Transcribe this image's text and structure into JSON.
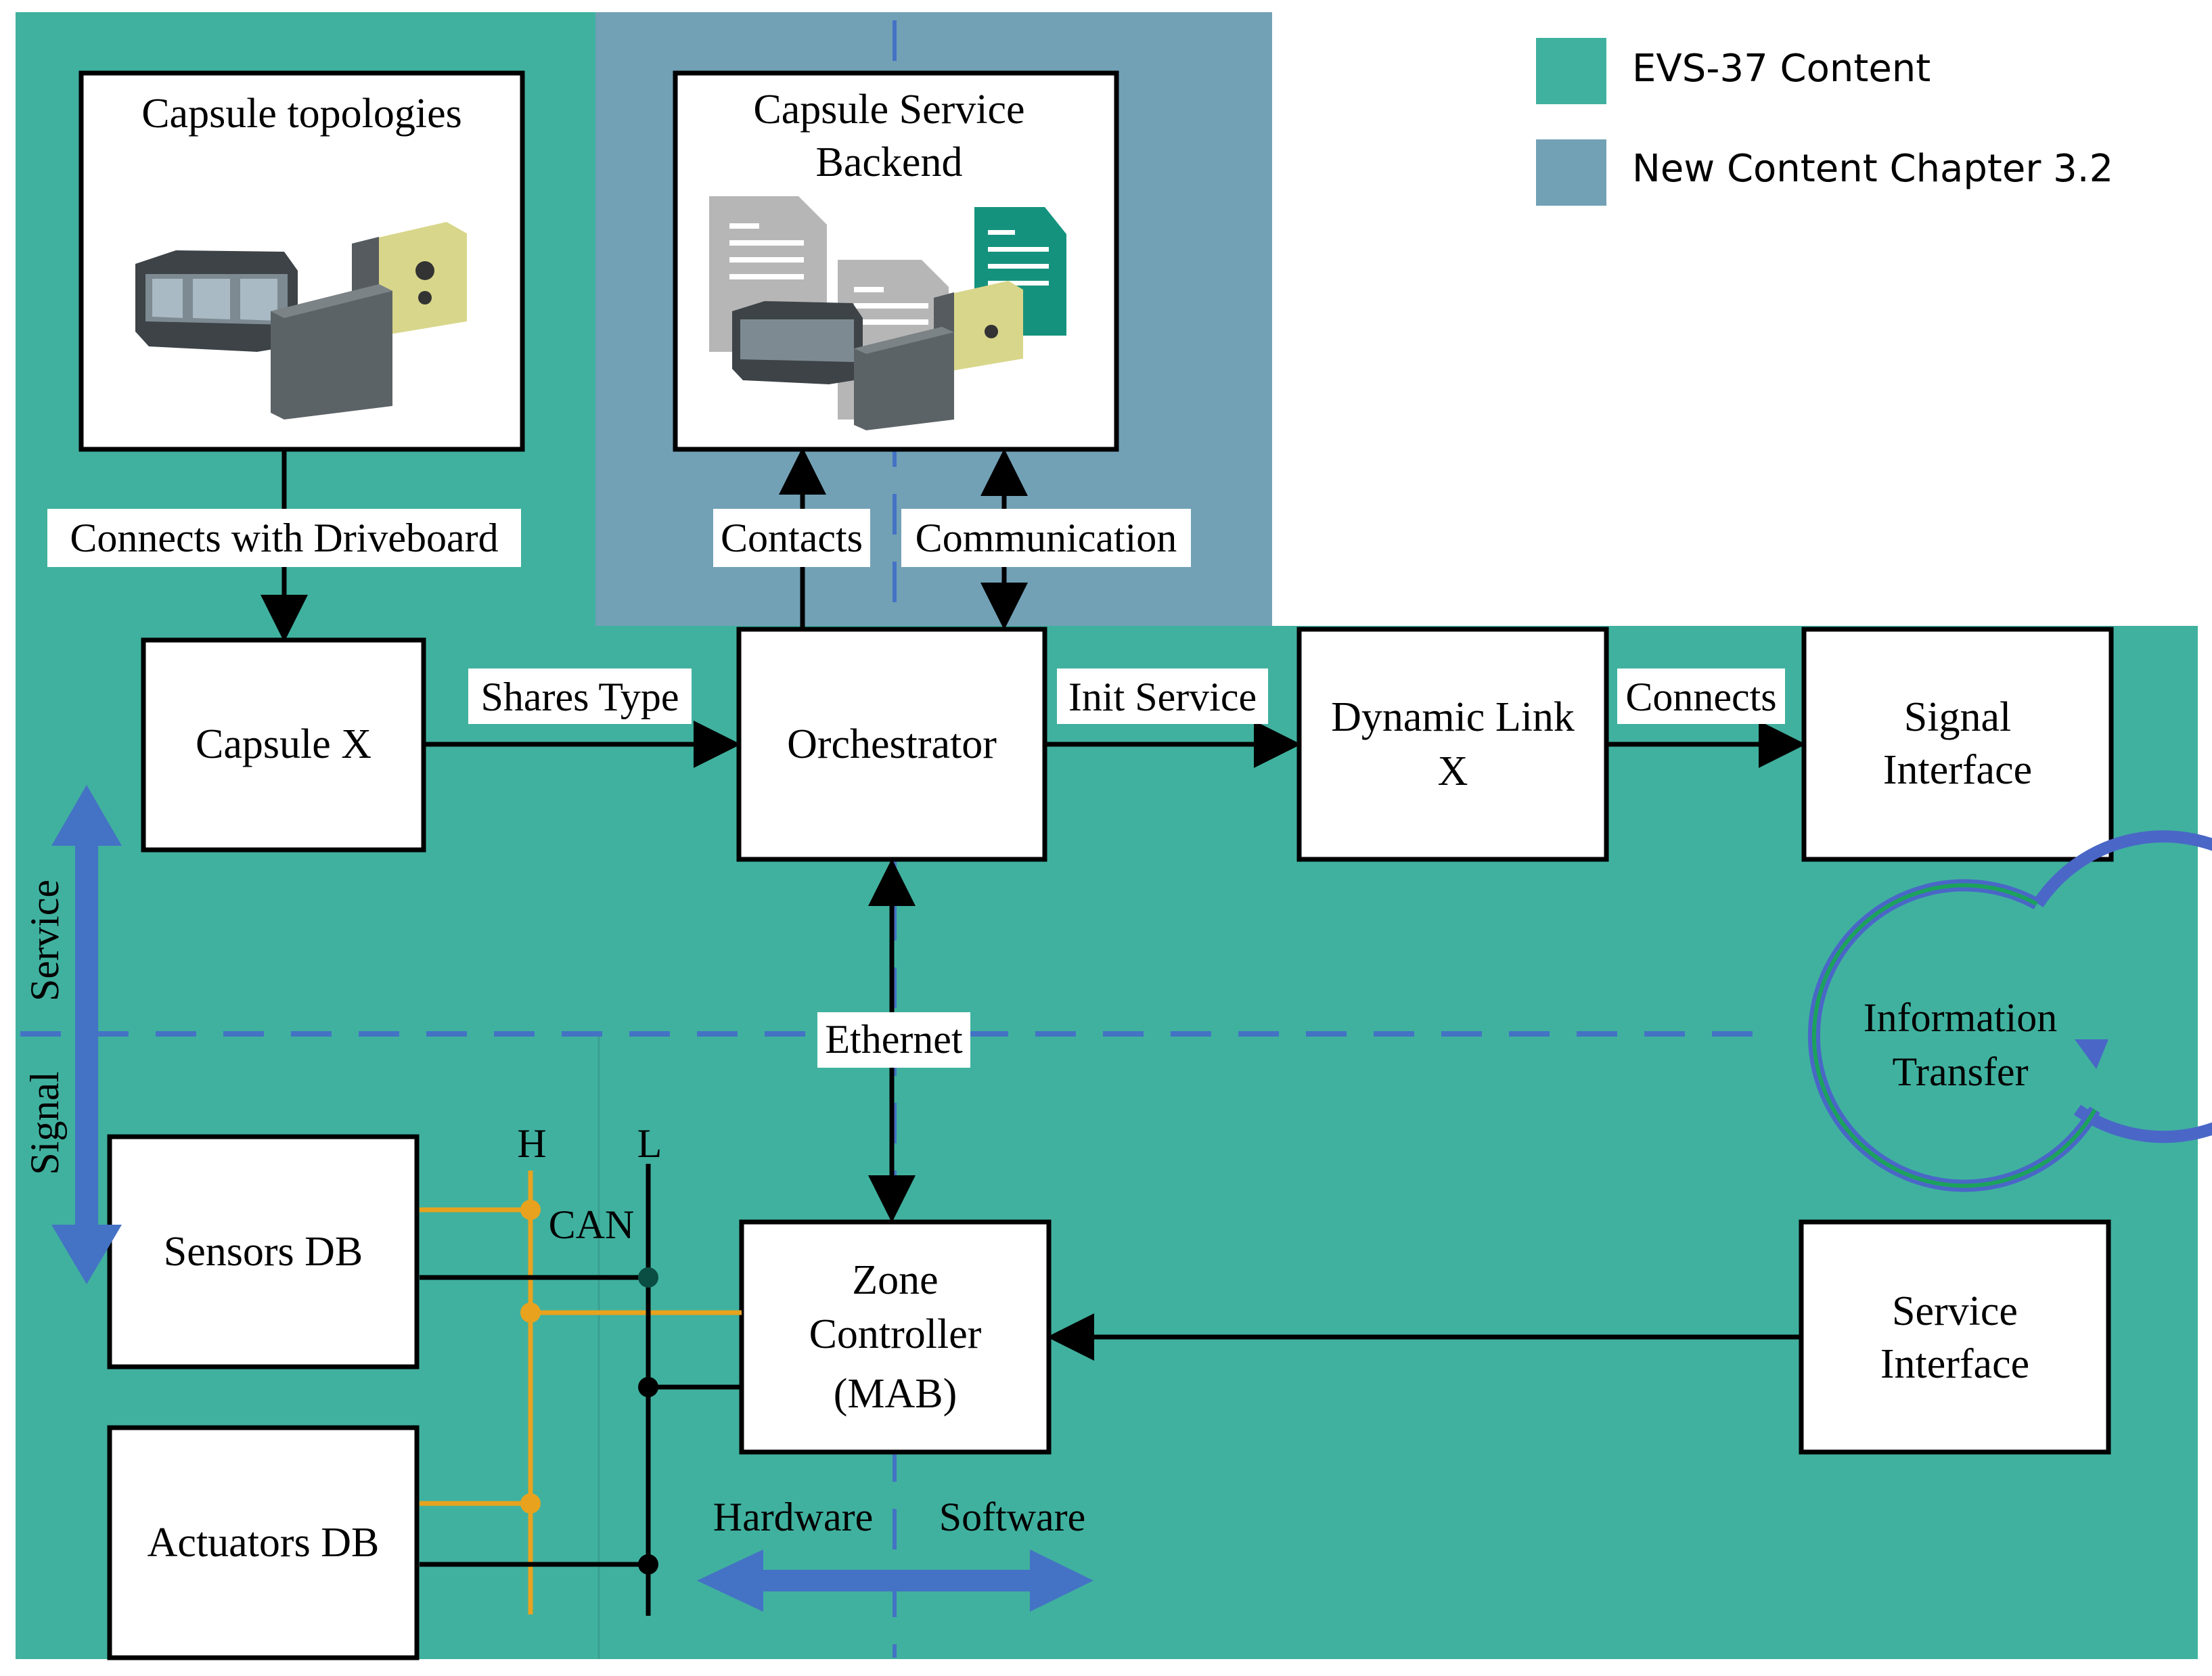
{
  "colors": {
    "evs_region": "#40B19F",
    "new_region": "#72A1B6",
    "box_fill": "#FFFFFF",
    "box_stroke": "#000000",
    "axis_arrow": "#4472C4",
    "can_line": "#E8A21E",
    "transfer_outer": "#4A67C7",
    "transfer_inner": "#1BA35C",
    "doc_gray": "#B6B6B6",
    "doc_teal": "#15927E"
  },
  "legend": {
    "evs_label": "EVS-37 Content",
    "new_label": "New Content Chapter 3.2"
  },
  "boxes": {
    "topologies_title": "Capsule topologies",
    "backend_line1": "Capsule Service",
    "backend_line2": "Backend",
    "capsule_x": "Capsule X",
    "orchestrator": "Orchestrator",
    "dynamic_link_line1": "Dynamic Link",
    "dynamic_link_line2": "X",
    "signal_interface_line1": "Signal",
    "signal_interface_line2": "Interface",
    "sensors": "Sensors DB",
    "actuators": "Actuators DB",
    "zone_line1": "Zone",
    "zone_line2": "Controller",
    "zone_line3": "(MAB)",
    "service_interface_line1": "Service",
    "service_interface_line2": "Interface"
  },
  "edges": {
    "connects_driveboard": "Connects with Driveboard",
    "contacts": "Contacts",
    "communication": "Communication",
    "shares_type": "Shares Type",
    "init_service": "Init Service",
    "connects": "Connects",
    "ethernet": "Ethernet"
  },
  "bus": {
    "h": "H",
    "l": "L",
    "can": "CAN"
  },
  "axis": {
    "service": "Service",
    "signal": "Signal",
    "hardware": "Hardware",
    "software": "Software"
  },
  "cycle": {
    "line1": "Information",
    "line2": "Transfer"
  }
}
